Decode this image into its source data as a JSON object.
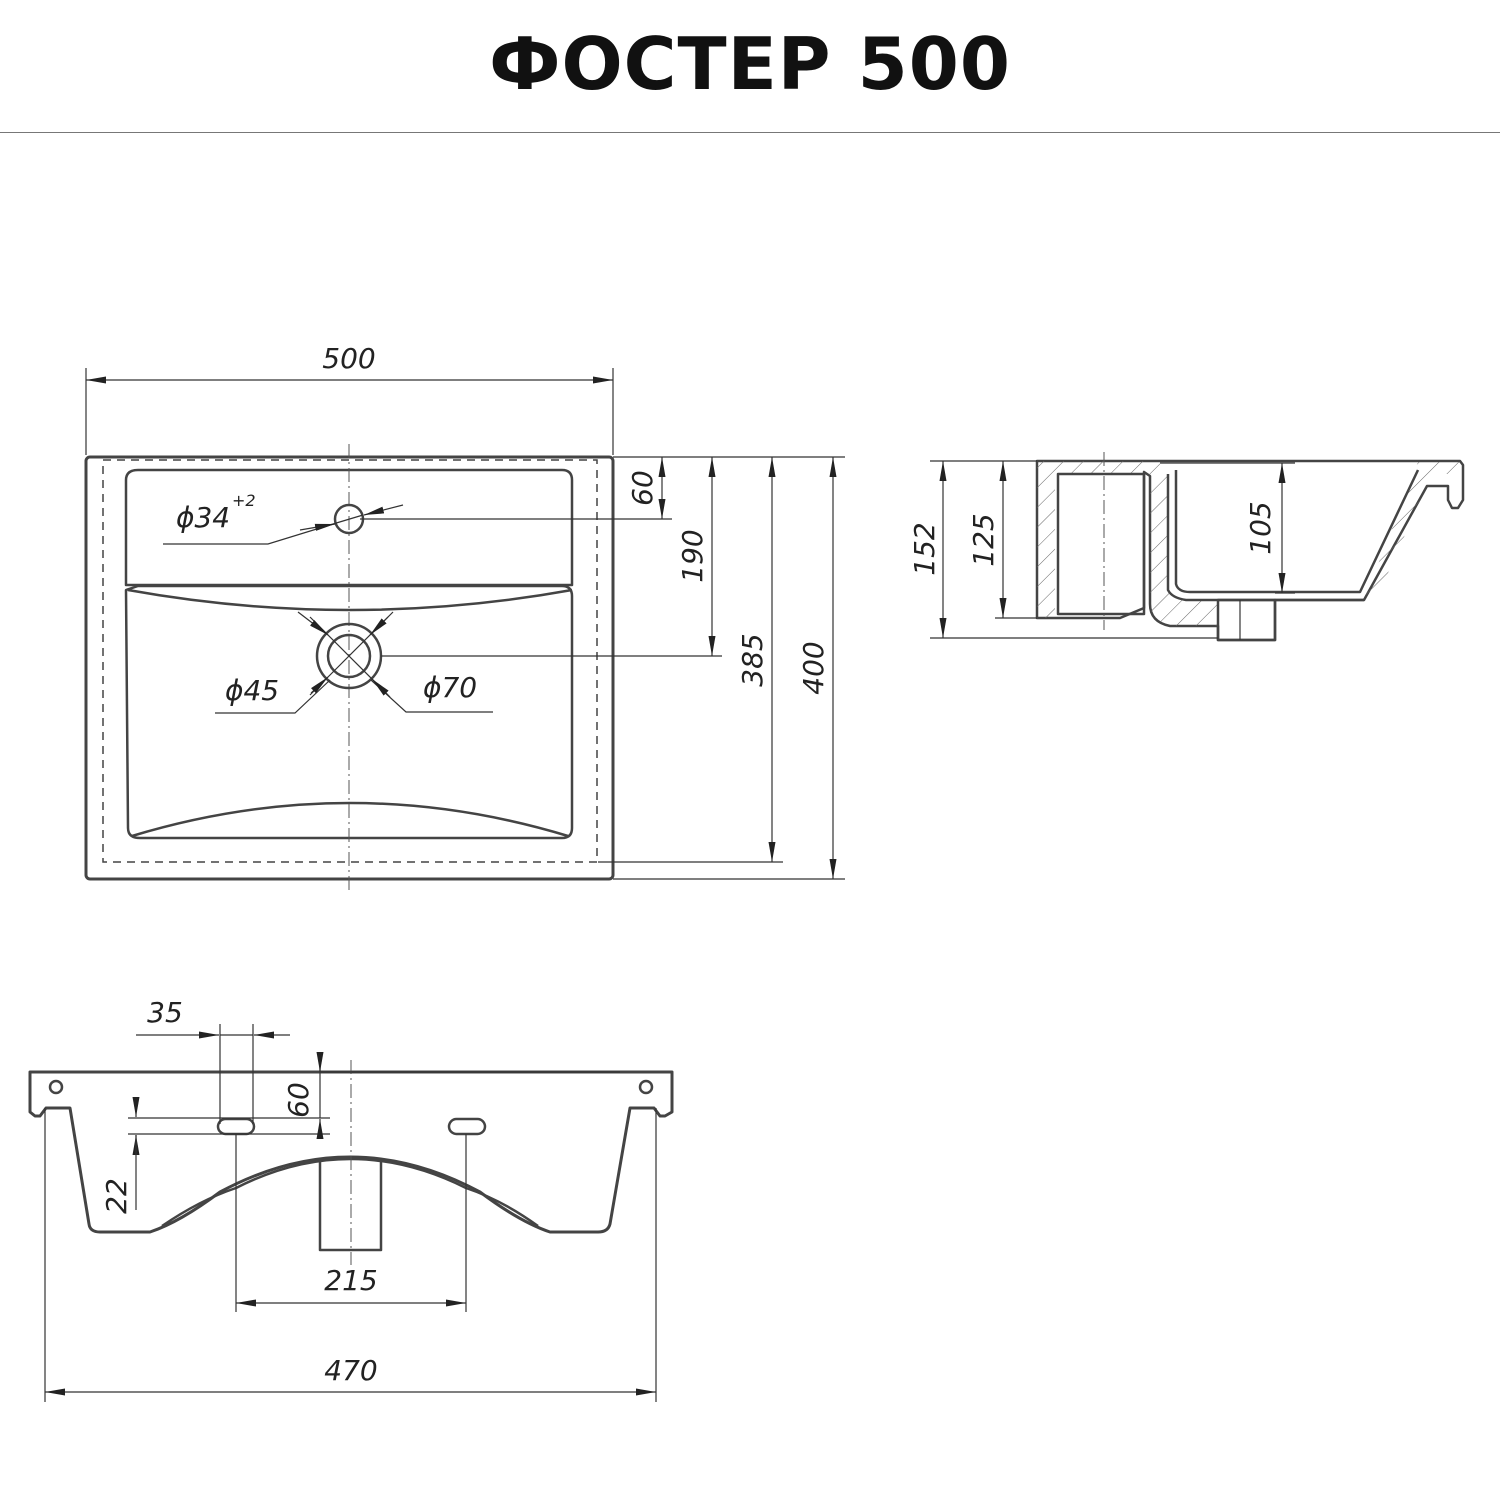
{
  "title": "ФОСТЕР 500",
  "dimensions": {
    "width_500": "500",
    "d34": "ϕ34",
    "d34_tol": "+2",
    "d45": "ϕ45",
    "d70": "ϕ70",
    "h60_top": "60",
    "h190": "190",
    "h385": "385",
    "h400": "400",
    "h152": "152",
    "h125": "125",
    "h105": "105",
    "w35": "35",
    "h60_front": "60",
    "h22": "22",
    "w215": "215",
    "w470": "470"
  }
}
